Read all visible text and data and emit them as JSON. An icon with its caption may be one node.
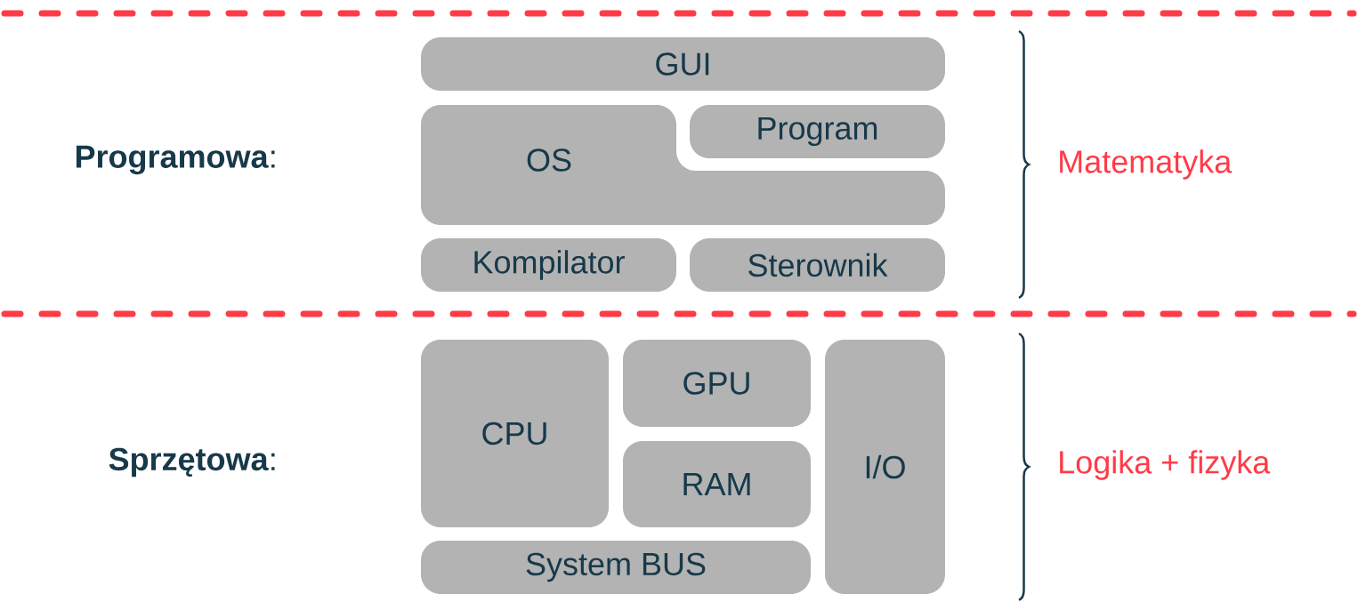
{
  "diagram": {
    "nodes": [
      {
        "text": [
          "GUI"
        ]
      },
      {
        "text": [
          "OS"
        ]
      },
      {
        "text": [
          "Program"
        ]
      },
      {
        "text": [
          "Kompilator"
        ]
      },
      {
        "text": [
          "Sterownik"
        ]
      },
      {
        "text": [
          "CPU"
        ]
      },
      {
        "text": [
          "GPU"
        ]
      },
      {
        "text": [
          "RAM"
        ]
      },
      {
        "text": [
          "I/O"
        ]
      },
      {
        "text": [
          "System BUS"
        ]
      }
    ],
    "labels": [
      "**Programowa**:",
      "Matematyka",
      "**Sprzętowa**:",
      "Logika + fizyka"
    ]
  }
}
